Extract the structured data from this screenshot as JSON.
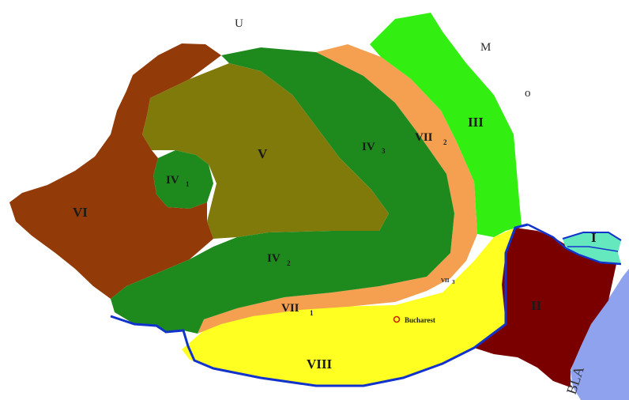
{
  "regions": [
    {
      "id": "I",
      "label": "I",
      "color": "#66e8bf"
    },
    {
      "id": "II",
      "label": "II",
      "color": "#7a0000"
    },
    {
      "id": "III",
      "label": "III",
      "color": "#33ee11"
    },
    {
      "id": "IV1",
      "label": "IV",
      "sub": "1",
      "color": "#1e8a1e"
    },
    {
      "id": "IV2",
      "label": "IV",
      "sub": "2",
      "color": "#1e8a1e"
    },
    {
      "id": "IV3",
      "label": "IV",
      "sub": "3",
      "color": "#1e8a1e"
    },
    {
      "id": "V",
      "label": "V",
      "color": "#7f7a0a"
    },
    {
      "id": "VI",
      "label": "VI",
      "color": "#923a08"
    },
    {
      "id": "VII1",
      "label": "VII",
      "sub": "1",
      "color": "#f4a050"
    },
    {
      "id": "VII2",
      "label": "VII",
      "sub": "2",
      "color": "#f4a050"
    },
    {
      "id": "VII3",
      "label": "VII",
      "sub": "3",
      "color": "#f4a050"
    },
    {
      "id": "VIII",
      "label": "VIII",
      "color": "#ffff22"
    }
  ],
  "city": {
    "name": "Bucharest",
    "marker_color": "#cc2200"
  },
  "neighbors": {
    "north": "U",
    "northeast": "M",
    "northeast_minor": "o"
  },
  "sea_label": "BLA",
  "colors": {
    "border": "#1133cc",
    "sea": "#8fa2ee",
    "river": "#1133cc"
  }
}
